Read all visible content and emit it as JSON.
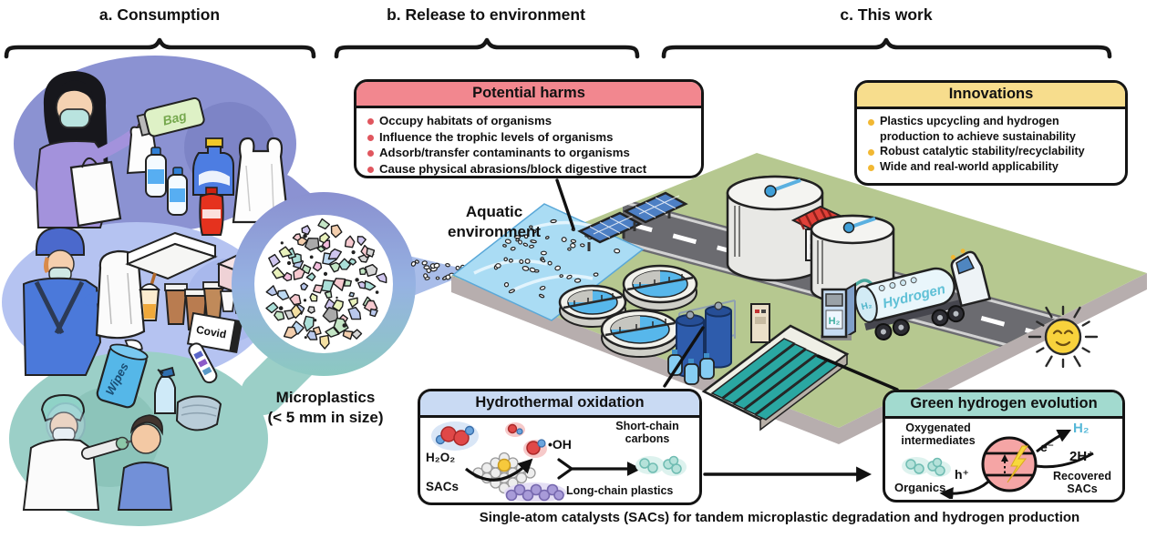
{
  "figure": {
    "sections": {
      "a": "a. Consumption",
      "b": "b. Release to environment",
      "c": "c. This work"
    },
    "labels": {
      "aquatic_environment": "Aquatic\nenvironment",
      "microplastics": "Microplastics\n(< 5 mm in size)",
      "caption": "Single-atom catalysts (SACs) for tandem microplastic degradation and hydrogen production"
    },
    "illustration_text": {
      "bag_roll": "Bag",
      "wipes": "Wipes",
      "covid_kit": "Covid",
      "pump_h2": "H₂",
      "truck_h2": "H₂",
      "truck_hydrogen": "Hydrogen"
    },
    "boxes": {
      "potential_harms": {
        "title": "Potential harms",
        "accent": "#f2878f",
        "bullet_color": "#e0565e",
        "bullets": [
          "Occupy habitats of organisms",
          "Influence the trophic levels of organisms",
          "Adsorb/transfer contaminants to organisms",
          "Cause physical abrasions/block digestive tract"
        ]
      },
      "innovations": {
        "title": "Innovations",
        "accent": "#f7dd8d",
        "bullet_color": "#f2b833",
        "bullets": [
          "Plastics upcycling and hydrogen production to achieve sustainability",
          "Robust catalytic stability/recyclability",
          "Wide and real-world applicability"
        ]
      },
      "hydrothermal_oxidation": {
        "title": "Hydrothermal oxidation",
        "accent": "#c9daf3",
        "labels": {
          "h2o2": "H₂O₂",
          "sacs": "SACs",
          "oh_radical": "•OH",
          "short_chain": "Short-chain\ncarbons",
          "long_chain": "Long-chain plastics"
        }
      },
      "green_hydrogen_evolution": {
        "title": "Green hydrogen evolution",
        "accent": "#a2dacf",
        "h2_color": "#56b8d8",
        "labels": {
          "oxygenated": "Oxygenated\nintermediates",
          "organics": "Organics",
          "h_plus": "h⁺",
          "e_minus": "e⁻",
          "h2": "H₂",
          "two_h_plus": "2H⁺",
          "recovered": "Recovered\nSACs"
        }
      }
    },
    "microplastics_palette": [
      "#f6c9cf",
      "#f4e0a2",
      "#c4e6c6",
      "#cfc5ee",
      "#bcd9f2",
      "#f3cead",
      "#d6d6d6",
      "#e9f2bc",
      "#aadfd8",
      "#f2bcdc",
      "#b9c8ec",
      "#a9a9a9"
    ]
  }
}
